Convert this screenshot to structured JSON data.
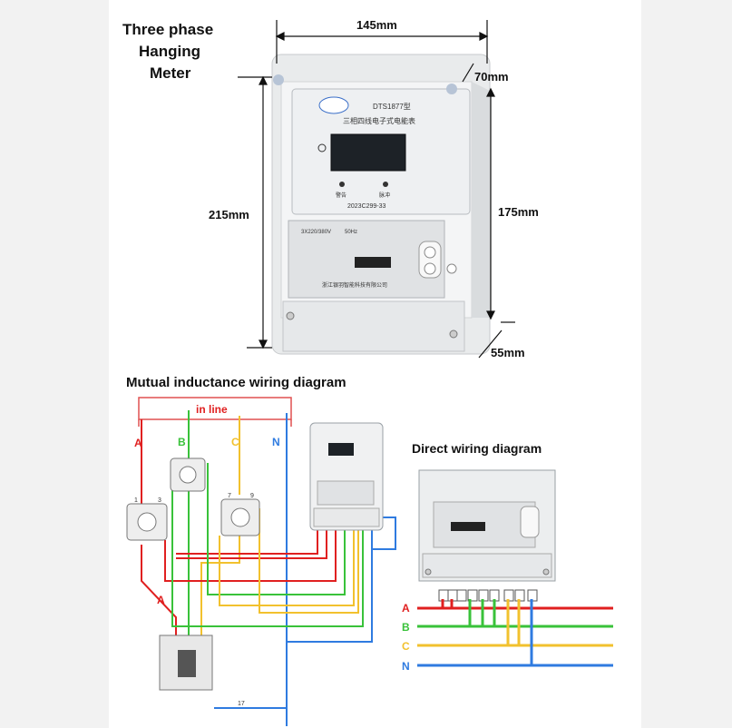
{
  "top": {
    "title_line1": "Three phase",
    "title_line2": "Hanging",
    "title_line3": "Meter",
    "dim_width": "145mm",
    "dim_depth": "70mm",
    "dim_height_total": "215mm",
    "dim_height_inner": "175mm",
    "dim_depth_bottom": "55mm",
    "model": "DTS1877型",
    "subtitle": "三相四线电子式电能表",
    "label_warning": "警告",
    "label_pulse": "脉冲",
    "cert": "2023C299-33",
    "rating": "3X220/380V",
    "freq": "50Hz",
    "company": "浙江银羽智能科技有限公司"
  },
  "mutual": {
    "title": "Mutual inductance wiring diagram",
    "in_line": "in line",
    "phase_a": "A",
    "phase_b": "B",
    "phase_c": "C",
    "phase_n": "N",
    "phase_a_low": "A",
    "ct_left_1": "1",
    "ct_left_3": "3",
    "ct_right_7": "7",
    "ct_right_9": "9",
    "wire_17": "17"
  },
  "direct": {
    "title": "Direct wiring diagram",
    "phase_a": "A",
    "phase_b": "B",
    "phase_c": "C",
    "phase_n": "N"
  },
  "colors": {
    "phase_a": "#e02020",
    "phase_b": "#39c23a",
    "phase_c": "#f2c12e",
    "phase_n": "#2f7be0",
    "in_line_box": "#e05050"
  }
}
